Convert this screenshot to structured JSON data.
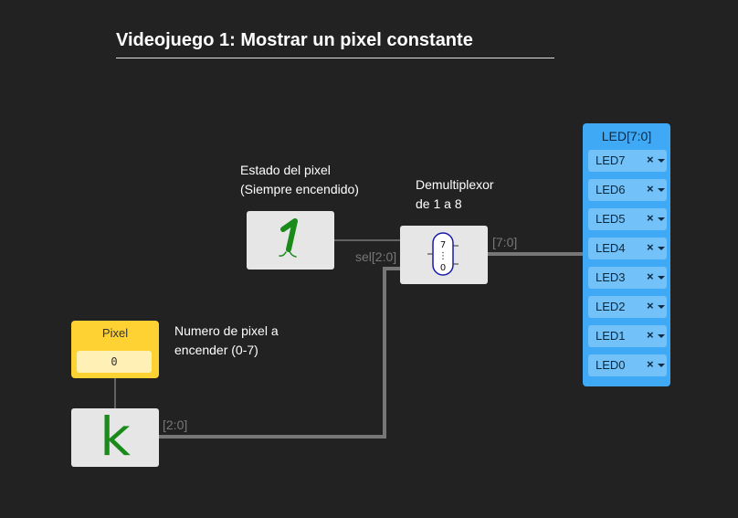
{
  "title": "Videojuego 1: Mostrar un pixel constante",
  "notes": {
    "estado_line1": "Estado del pixel",
    "estado_line2": "(Siempre encendido)",
    "demux_line1": "Demultiplexor",
    "demux_line2": "de 1 a 8",
    "numero_line1": "Numero de pixel a",
    "numero_line2": "encender (0-7)"
  },
  "wires": {
    "sel_label": "sel[2:0]",
    "out_label": "[7:0]",
    "k_label": "[2:0]"
  },
  "pixel_input": {
    "label": "Pixel",
    "value": "0"
  },
  "demux_icon": {
    "top": "7",
    "dots": "⋮",
    "bottom": "0"
  },
  "led_output": {
    "label": "LED[7:0]",
    "items": [
      {
        "label": "LED7",
        "remove": "×"
      },
      {
        "label": "LED6",
        "remove": "×"
      },
      {
        "label": "LED5",
        "remove": "×"
      },
      {
        "label": "LED4",
        "remove": "×"
      },
      {
        "label": "LED3",
        "remove": "×"
      },
      {
        "label": "LED2",
        "remove": "×"
      },
      {
        "label": "LED1",
        "remove": "×"
      },
      {
        "label": "LED0",
        "remove": "×"
      }
    ]
  },
  "colors": {
    "background": "#222222",
    "input_block": "#ffd234",
    "output_block": "#3fa9f5",
    "wire": "#777777",
    "constant_glyph": "#1a8a1a"
  },
  "icons": {
    "constant": "constant-one-icon",
    "demux": "demux-icon",
    "k_constant": "k-constant-icon"
  }
}
